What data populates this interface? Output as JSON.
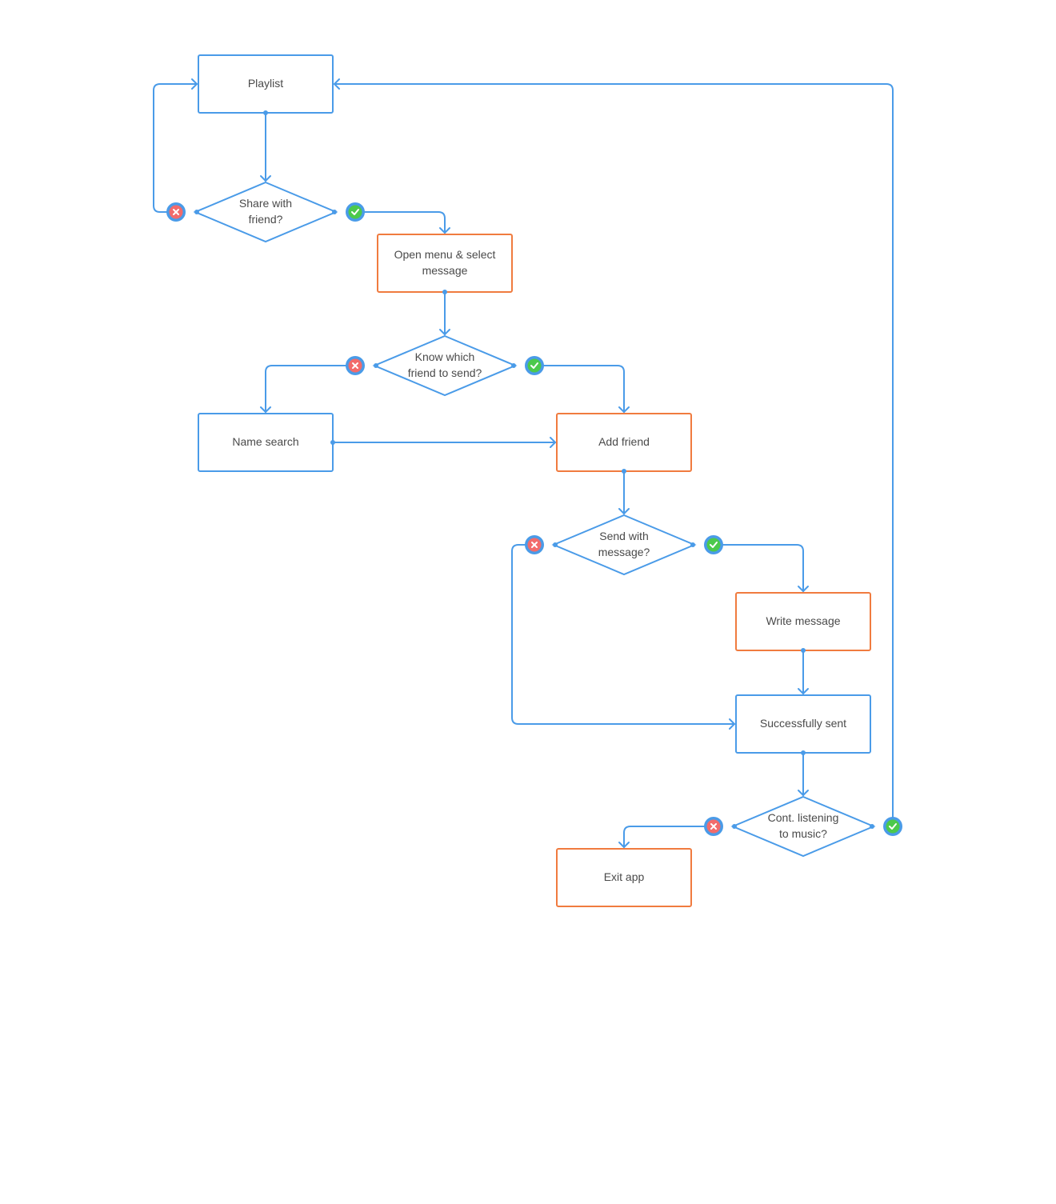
{
  "colors": {
    "flow": "#4a9be8",
    "action_box": "#f07b3f",
    "no_badge": "#f26b6b",
    "yes_badge": "#4cc94c",
    "text": "#4a4a4a"
  },
  "nodes": {
    "playlist": "Playlist",
    "share": [
      "Share with",
      "friend?"
    ],
    "open_menu": [
      "Open menu & select",
      "message"
    ],
    "know_friend": [
      "Know which",
      "friend to send?"
    ],
    "name_search": "Name search",
    "add_friend": "Add friend",
    "send_with_message": [
      "Send with",
      "message?"
    ],
    "write_message": "Write message",
    "successfully_sent": "Successfully sent",
    "continue_listening": [
      "Cont. listening",
      "to music?"
    ],
    "exit_app": "Exit app"
  },
  "badges": {
    "no_icon": "x-icon",
    "yes_icon": "check-icon"
  }
}
